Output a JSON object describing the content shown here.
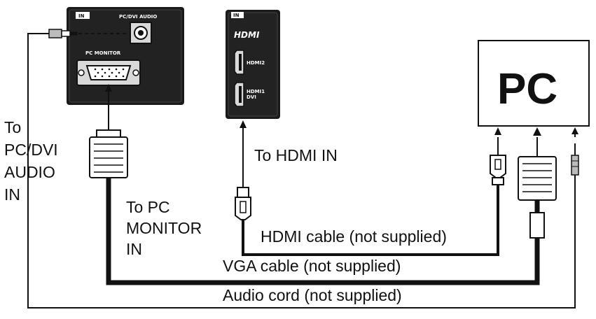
{
  "panel_left": {
    "in_tag": "IN",
    "audio_label": "PC/DVI AUDIO",
    "monitor_label": "PC MONITOR"
  },
  "panel_hdmi": {
    "in_tag": "IN",
    "logo": "HDMI",
    "port1_label": "HDMI2",
    "port2_label_line1": "HDMI1",
    "port2_label_line2": "DVI"
  },
  "pc_box": {
    "label": "PC"
  },
  "labels": {
    "audio_in": [
      "To",
      "PC/DVI",
      "AUDIO",
      "IN"
    ],
    "pc_monitor_in": [
      "To PC",
      "MONITOR",
      "IN"
    ],
    "hdmi_in": "To HDMI IN",
    "hdmi_cable": "HDMI cable (not supplied)",
    "vga_cable": "VGA cable (not supplied)",
    "audio_cord": "Audio cord (not supplied)"
  }
}
